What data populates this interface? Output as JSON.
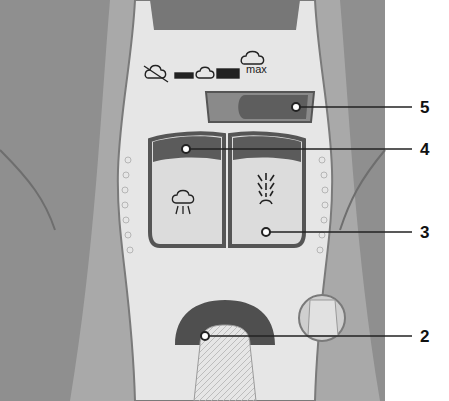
{
  "diagram": {
    "labels": [
      "max",
      "5",
      "4",
      "3",
      "2"
    ]
  }
}
